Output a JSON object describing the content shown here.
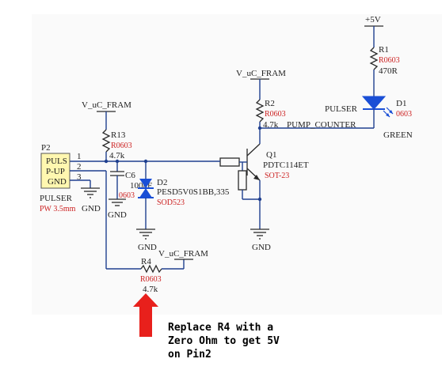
{
  "power_nets": {
    "five_v": "+5V",
    "uc_fram_r13": "V_uC_FRAM",
    "uc_fram_r2": "V_uC_FRAM",
    "uc_fram_r4": "V_uC_FRAM"
  },
  "ground_labels": {
    "connector": "GND",
    "c6": "GND",
    "d2": "GND",
    "q1": "GND"
  },
  "connector": {
    "ref": "P2",
    "pins": [
      "PULS",
      "P-UP",
      "GND"
    ],
    "pin_numbers": [
      "1",
      "2",
      "3"
    ],
    "name": "PULSER",
    "part": "PW 3.5mm"
  },
  "r1": {
    "ref": "R1",
    "package": "R0603",
    "value": "470R"
  },
  "r2": {
    "ref": "R2",
    "package": "R0603",
    "value": "4.7k"
  },
  "r13": {
    "ref": "R13",
    "package": "R0603",
    "value": "4.7k"
  },
  "r4": {
    "ref": "R4",
    "package": "R0603",
    "value": "4.7k"
  },
  "c6": {
    "ref": "C6",
    "value": "100nF",
    "package": "0603"
  },
  "d1": {
    "ref": "D1",
    "name": "PULSER",
    "package": "0603",
    "color": "GREEN"
  },
  "d2": {
    "ref": "D2",
    "part": "PESD5V0S1BB,335",
    "package": "SOD523"
  },
  "q1": {
    "ref": "Q1",
    "part": "PDTC114ET",
    "package": "SOT-23"
  },
  "net_label_pump": "PUMP_COUNTER",
  "annotation": {
    "line1": "Replace R4 with a",
    "line2": "Zero Ohm to  get 5V",
    "line3": "on Pin2"
  },
  "colors": {
    "wire": "#1f3f8f",
    "component_text_red": "#cc2222",
    "led_blue": "#1a4fd6",
    "arrow_red": "#e8201c",
    "connector_fill": "#fff7b0",
    "background_panel": "#fafafa"
  }
}
